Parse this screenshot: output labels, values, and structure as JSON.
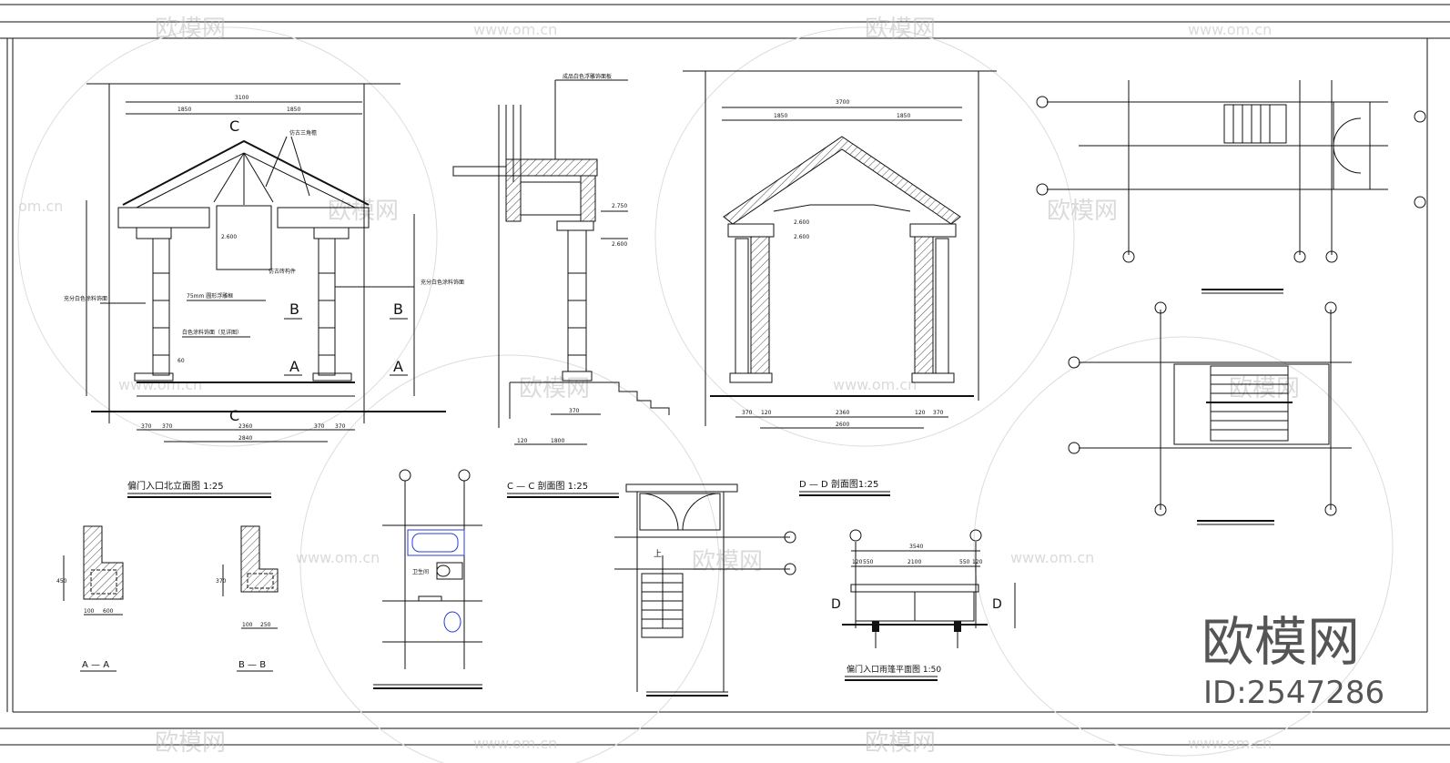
{
  "drawings": {
    "elevation": {
      "title": "偏门入口北立面图   1:25",
      "section_marks": {
        "c": "C",
        "b": "B",
        "a": "A"
      },
      "dim_total": "3100",
      "dim_half": "1850",
      "bottom_dims": [
        "370",
        "370",
        "2360",
        "370",
        "370"
      ],
      "bottom_total": "2840",
      "notes": [
        "仿古三角檐",
        "仿古砖构件",
        "75mm 圆形浮雕框",
        "白色涂料饰面（见详图）",
        "充分白色涂料饰面",
        "充分白色涂料饰面"
      ],
      "levels": [
        "2.600",
        "60"
      ]
    },
    "section_cc": {
      "title": "C — C 剖面图   1:25",
      "note": "成品白色浮雕饰面板",
      "levels": [
        "2.750",
        "2.600"
      ],
      "dims": [
        "370",
        "1800",
        "120"
      ]
    },
    "section_dd": {
      "title": "D — D 剖面图1:25",
      "dim_total": "3700",
      "dim_half": "1850",
      "levels": [
        "2.600",
        "2.600"
      ],
      "bottom_dims": [
        "370",
        "120",
        "2360",
        "120",
        "370"
      ],
      "bottom_total": "2600"
    },
    "detail_aa": {
      "title": "A — A",
      "dims": [
        "100",
        "600",
        "450"
      ]
    },
    "detail_bb": {
      "title": "B — B",
      "dims": [
        "100",
        "370",
        "250"
      ]
    },
    "toilet": {
      "label": "卫生间"
    },
    "stair_label": "上",
    "plan": {
      "title": "偏门入口雨篷平面图   1:50",
      "marks": [
        "D",
        "D"
      ],
      "dim_total": "3540",
      "dims": [
        "120",
        "550",
        "2100",
        "550",
        "120"
      ]
    }
  },
  "watermarks": {
    "brand": "欧模网",
    "site": "www.om.cn",
    "site_short": "om.cn"
  },
  "badge": {
    "brand": "欧模网",
    "id": "ID:2547286"
  }
}
